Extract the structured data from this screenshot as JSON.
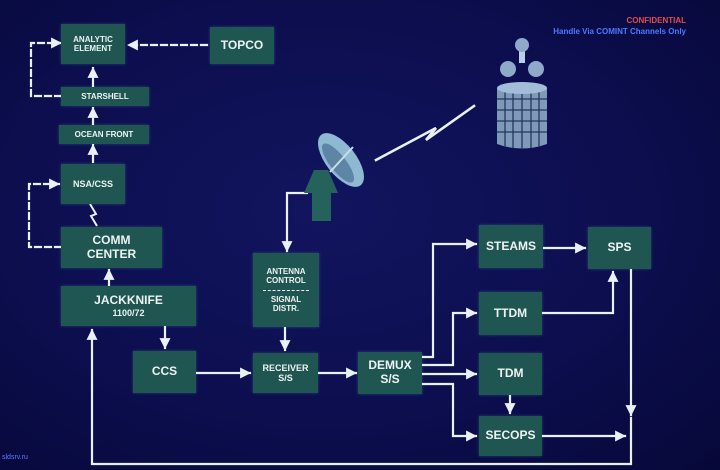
{
  "classification": {
    "line1": "CONFIDENTIAL",
    "line2": "Handle Via COMINT Channels Only"
  },
  "slide_id": "sldsrv.ru",
  "nodes": {
    "analytic_element": [
      "ANALYTIC",
      "ELEMENT"
    ],
    "topco": "TOPCO",
    "starshell": "STARSHELL",
    "ocean_front": "OCEAN FRONT",
    "nsa_css": "NSA/CSS",
    "comm_center": [
      "COMM",
      "CENTER"
    ],
    "jackknife": [
      "JACKKNIFE",
      "1100/72"
    ],
    "ccs": "CCS",
    "antenna_control": [
      "ANTENNA",
      "CONTROL"
    ],
    "signal_distr": [
      "SIGNAL",
      "DISTR."
    ],
    "receiver": [
      "RECEIVER",
      "S/S"
    ],
    "demux": [
      "DEMUX",
      "S/S"
    ],
    "steams": "STEAMS",
    "sps": "SPS",
    "ttdm": "TTDM",
    "tdm": "TDM",
    "secops": "SECOPS"
  },
  "colors": {
    "background": "#0c0e4f",
    "box": "#1f5652",
    "line": "#e9f1f4",
    "classification_red": "#e24c4c",
    "classification_blue": "#4d79ff"
  },
  "icons": [
    "satellite-dish-icon",
    "lightning-link-icon",
    "satellite-icon",
    "data-link-zigzag-icon"
  ]
}
